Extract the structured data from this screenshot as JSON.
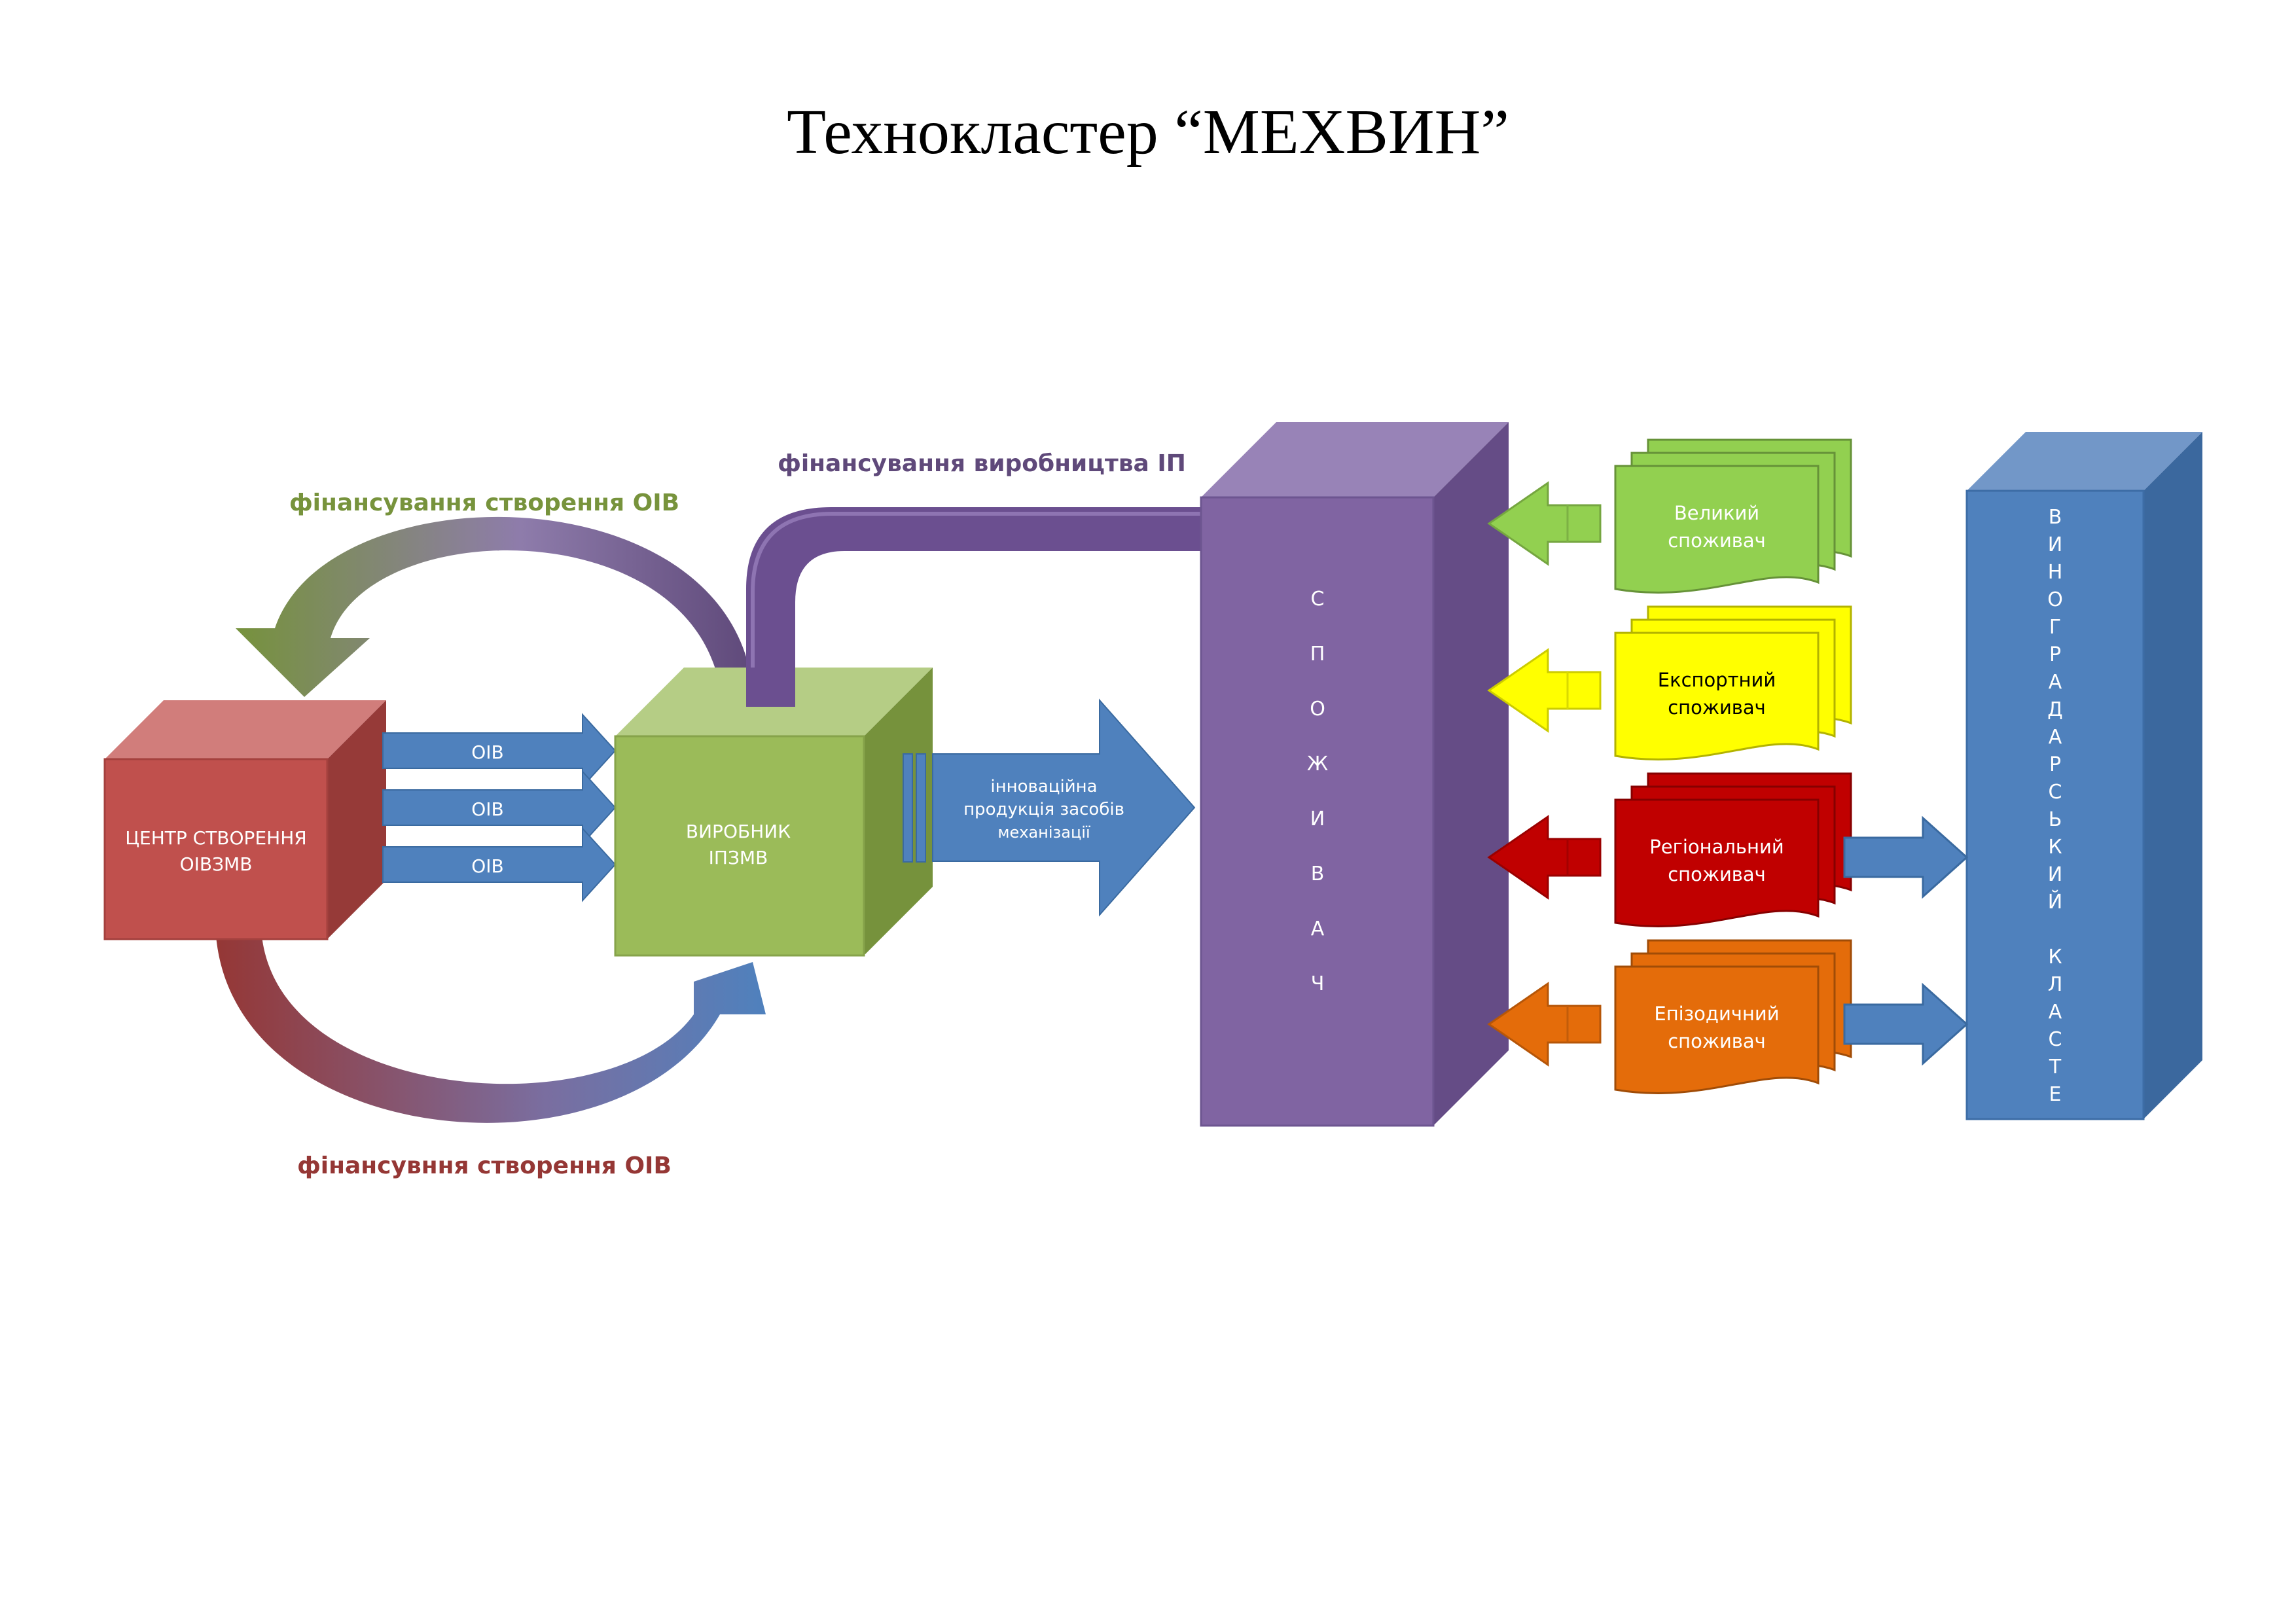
{
  "title": "Технокластер “МЕХВИН”",
  "labels": {
    "fin_create_top": "фінансування створення ОІВ",
    "fin_production": "фінансування виробництва ІП",
    "fin_create_bottom": "фінансувння створення ОІВ",
    "center_line1": "ЦЕНТР СТВОРЕННЯ",
    "center_line2": "ОІВЗМВ",
    "producer_line1": "ВИРОБНИК",
    "producer_line2": "ІПЗМВ",
    "oiv_1": "ОІВ",
    "oiv_2": "ОІВ",
    "oiv_3": "ОІВ",
    "product_line1": "інноваційна",
    "product_line2": "продукція засобів",
    "product_line3": "механізації"
  },
  "consumer_letters": [
    "С",
    "П",
    "О",
    "Ж",
    "И",
    "В",
    "А",
    "Ч"
  ],
  "cluster_letters": [
    "В",
    "И",
    "Н",
    "О",
    "Г",
    "Р",
    "А",
    "Д",
    "А",
    "Р",
    "С",
    "Ь",
    "К",
    "И",
    "Й",
    "",
    "К",
    "Л",
    "А",
    "С",
    "Т",
    "Е"
  ],
  "consumers": [
    {
      "line1": "Великий",
      "line2": "споживач",
      "color": "#92d050",
      "text_color": "#ffffff"
    },
    {
      "line1": "Експортний",
      "line2": "споживач",
      "color": "#ffff00",
      "text_color": "#000000"
    },
    {
      "line1": "Регіональний",
      "line2": "споживач",
      "color": "#c00000",
      "text_color": "#ffffff"
    },
    {
      "line1": "Епізодичний",
      "line2": "споживач",
      "color": "#e46c0a",
      "text_color": "#ffffff"
    }
  ],
  "colors": {
    "red_cube": "#c0504d",
    "green_cube": "#9bbb59",
    "purple": "#8064a2",
    "blue": "#4f81bd",
    "green_text": "#77933c",
    "purple_text": "#5f497a",
    "red_text": "#953735"
  }
}
